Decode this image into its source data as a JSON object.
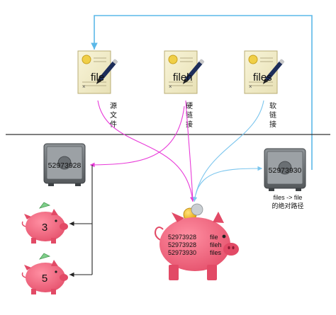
{
  "documents": [
    {
      "name": "file",
      "label_lines": [
        "源",
        "文",
        "件"
      ]
    },
    {
      "name": "fileh",
      "label_lines": [
        "硬",
        "链",
        "接"
      ]
    },
    {
      "name": "files",
      "label_lines": [
        "软",
        "链",
        "接"
      ]
    }
  ],
  "safes": {
    "left": {
      "inode": "52973928"
    },
    "right": {
      "inode": "52973930"
    }
  },
  "right_safe_caption": [
    "files -> file",
    "的绝对路径"
  ],
  "small_pigs": [
    {
      "number": "3"
    },
    {
      "number": "5"
    }
  ],
  "big_pig": {
    "inodes": [
      "52973928",
      "52973928",
      "52973930"
    ],
    "names": [
      "file",
      "fileh",
      "files"
    ]
  },
  "colors": {
    "loop_arrow": "#5bb8e8",
    "magenta_arrow": "#e83ad8",
    "blue_arrow": "#7cc6ee",
    "pig": "#f2677f",
    "safe": "#6f7478",
    "coin": "#f4b616"
  }
}
